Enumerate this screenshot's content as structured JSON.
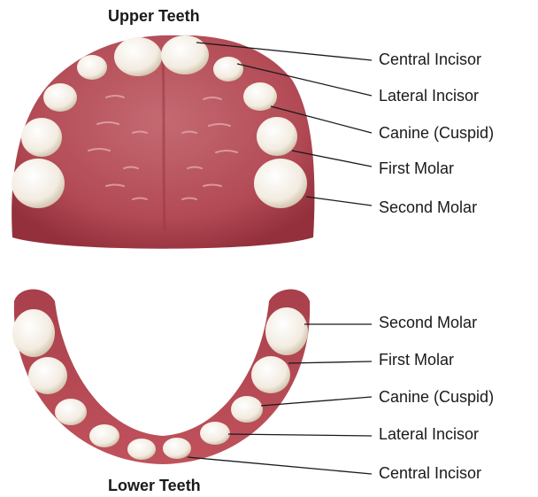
{
  "upper": {
    "title": "Upper Teeth",
    "labels": [
      "Central Incisor",
      "Lateral Incisor",
      "Canine (Cuspid)",
      "First Molar",
      "Second Molar"
    ]
  },
  "lower": {
    "title": "Lower Teeth",
    "labels": [
      "Second Molar",
      "First Molar",
      "Canine (Cuspid)",
      "Lateral Incisor",
      "Central Incisor"
    ]
  },
  "colors": {
    "gum": "#b5434f",
    "gum_dark": "#8e2a36",
    "palate": "#c76a73",
    "tooth": "#f3ece1",
    "tooth_shade": "#d8c8b0",
    "line": "#1a1a1a"
  }
}
